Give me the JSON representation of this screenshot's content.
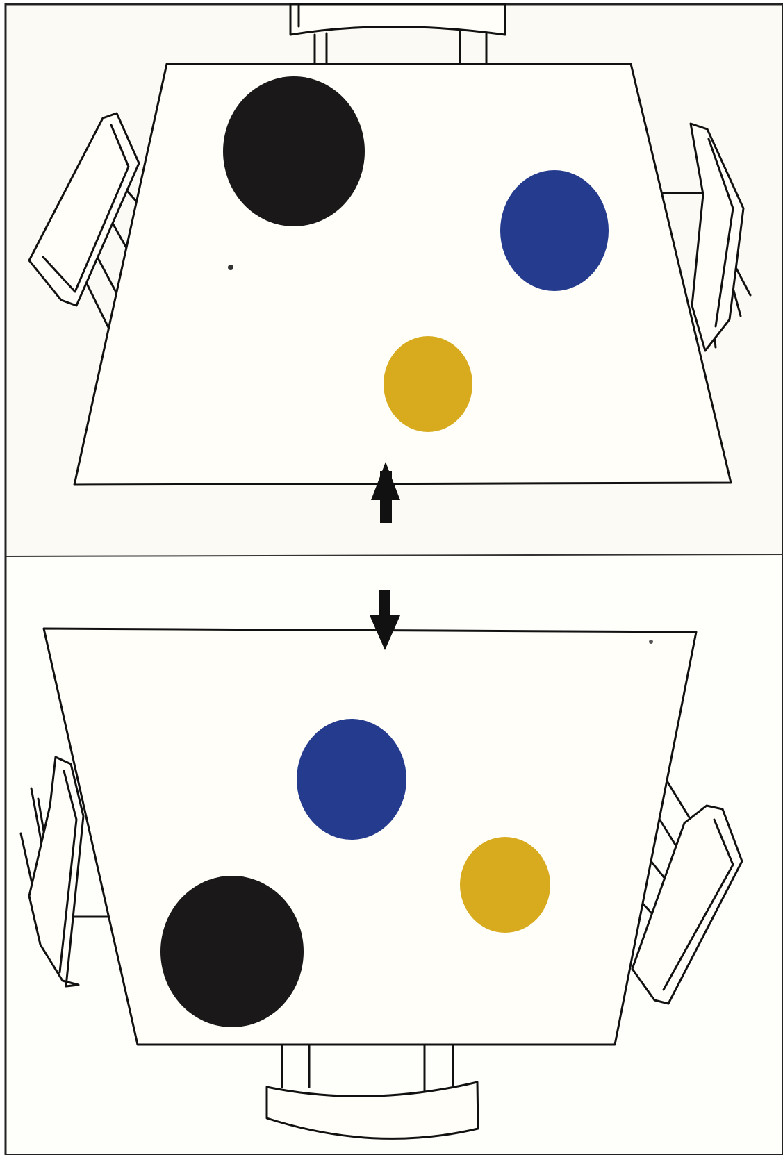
{
  "colors": {
    "page_background": "#fefefb",
    "frame": "#222222",
    "line": "#111111",
    "disc_black": "#1a1818",
    "disc_blue": "#253c8e",
    "disc_yellow": "#d8ab1f"
  },
  "panels": [
    {
      "name": "top-panel",
      "arrow": "up",
      "discs": [
        "black",
        "blue",
        "yellow"
      ]
    },
    {
      "name": "bottom-panel",
      "arrow": "down",
      "discs": [
        "blue",
        "yellow",
        "black"
      ]
    }
  ]
}
